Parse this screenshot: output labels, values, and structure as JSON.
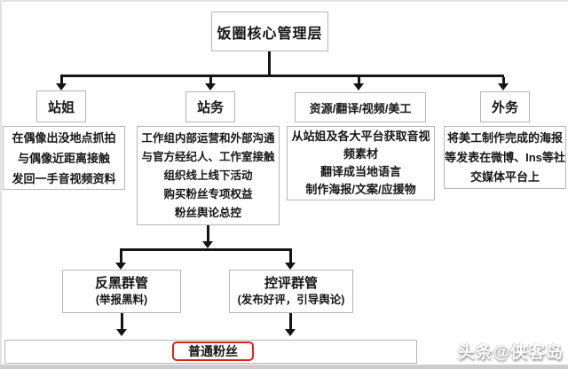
{
  "title": "饭圈核心管理层",
  "branches": [
    {
      "label": "站姐",
      "details": [
        "在偶像出没地点抓拍",
        "与偶像近距离接触",
        "发回一手音视频资料"
      ]
    },
    {
      "label": "站务",
      "details": [
        "工作组内部运营和外部沟通",
        "与官方经纪人、工作室接触",
        "组织线上线下活动",
        "购买粉丝专项权益",
        "粉丝舆论总控"
      ]
    },
    {
      "label": "资源/翻译/视频/美工",
      "details": [
        "从站姐及各大平台获取音视",
        "频素材",
        "翻译成当地语言",
        "制作海报/文案/应援物"
      ]
    },
    {
      "label": "外务",
      "details": [
        "将美工制作完成的海报",
        "等发表在微博、Ins等社",
        "交媒体平台上"
      ]
    }
  ],
  "groups": [
    {
      "label": "反黑群管",
      "note": "(举报黑料)"
    },
    {
      "label": "控评群管",
      "note": "(发布好评，引导舆论)"
    }
  ],
  "bottom_label": "普通粉丝",
  "watermark": "头条@侠客岛",
  "colors": {
    "box_border": "#b5b5b5",
    "connector": "#151515",
    "highlight_red": "#e02020"
  }
}
